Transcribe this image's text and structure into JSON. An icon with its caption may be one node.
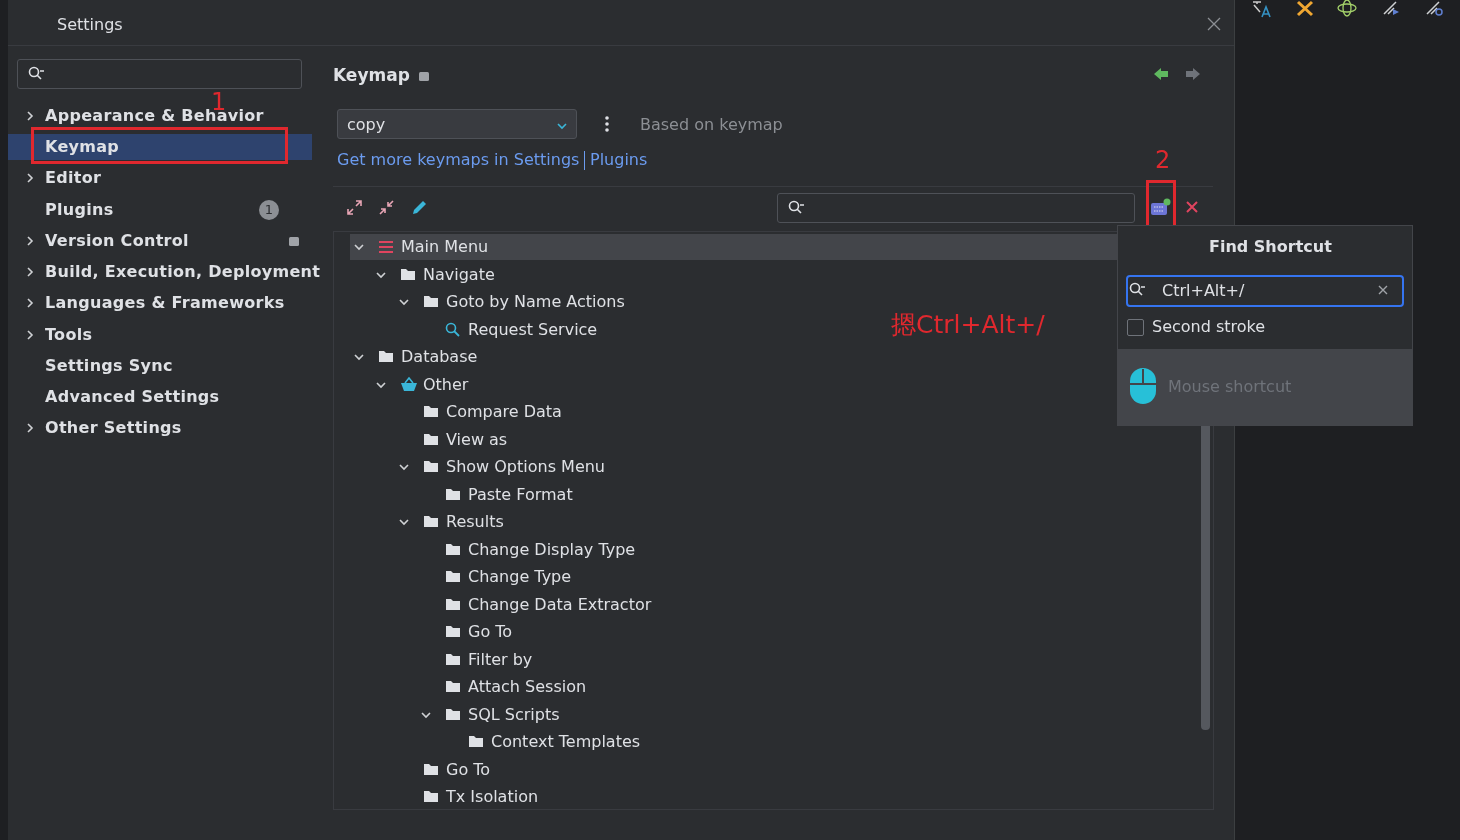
{
  "diagram": {
    "title": "Settings",
    "labels": [
      "Appearance & Behavior",
      "1",
      "Keymap",
      "Editor",
      "Plugins",
      "1",
      "Version Control",
      "Build, Execution, Deployment",
      "Languages & Frameworks",
      "Tools",
      "Settings Sync",
      "Advanced Settings",
      "Other Settings",
      "Keymap",
      "copy",
      "Based on keymap",
      "Get more keymaps in Settings",
      "Plugins",
      "2",
      "Main Menu",
      "Navigate",
      "Goto by Name Actions",
      "Request Service",
      "Database",
      "Other",
      "Compare Data",
      "View as",
      "Show Options Menu",
      "Paste Format",
      "Results",
      "Change Display Type",
      "Change Type",
      "Change Data Extractor",
      "Go To",
      "Filter by",
      "Attach Session",
      "SQL Scripts",
      "Context Templates",
      "Go To",
      "Tx Isolation",
      "摁Ctrl+Alt+/",
      "Find Shortcut",
      "Ctrl+Alt+/",
      "Second stroke",
      "Mouse shortcut"
    ]
  }
}
